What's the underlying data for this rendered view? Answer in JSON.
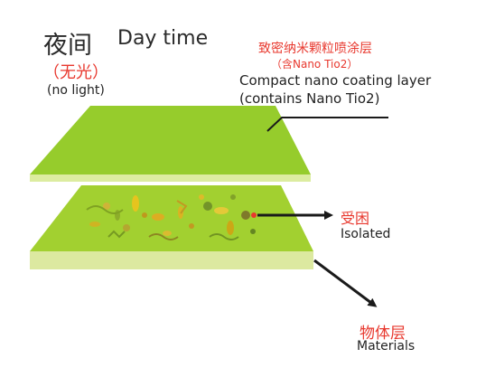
{
  "title": {
    "zh": "夜间",
    "en": "Day time"
  },
  "no_light": {
    "zh": "（无光）",
    "en": "(no light)"
  },
  "coating": {
    "zh": "致密纳米颗粒喷涂层",
    "contains_zh": "（含Nano Tio2）",
    "en_line1": "Compact nano coating layer",
    "en_line2": "(contains Nano Tio2)"
  },
  "isolated": {
    "zh": "受困",
    "en": "Isolated"
  },
  "materials": {
    "zh": "物体层",
    "en": "Materials"
  },
  "colors": {
    "coating_top": "#96cc2c",
    "coating_side": "#dceca0",
    "material_top": "#a2d030",
    "material_side": "#dce9a0",
    "label_red": "#e8382e",
    "leader_line": "#1a1a1a"
  }
}
